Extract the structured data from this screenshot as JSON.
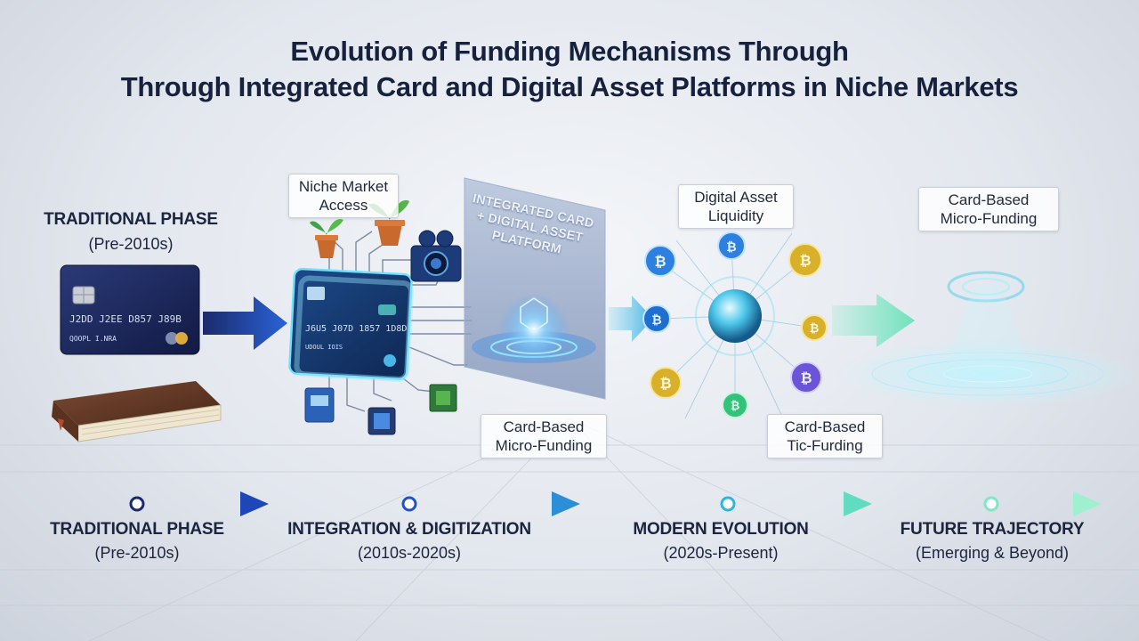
{
  "title": {
    "line1": "Evolution of Funding Mechanisms Through",
    "line2": "Through Integrated Card and Digital Asset Platforms in Niche Markets"
  },
  "traditional": {
    "heading": "TRADITIONAL PHASE",
    "period": "(Pre-2010s)",
    "card_number": "J2DD J2EE D857 J89B",
    "card_name": "QOOPL I.NRA"
  },
  "callouts": {
    "niche_market": [
      "Niche Market",
      "Access"
    ],
    "platform": [
      "INTEGRATED CARD",
      "+ DIGITAL ASSET",
      "PLATFORM"
    ],
    "digital_asset": [
      "Digital Asset",
      "Liquidity"
    ],
    "micro_funding_mid": [
      "Card-Based",
      "Micro-Funding"
    ],
    "tic_furding": [
      "Card-Based",
      "Tic-Furding"
    ],
    "micro_funding_future": [
      "Card-Based",
      "Micro-Funding"
    ]
  },
  "digital_card": {
    "card_number": "J6U5 J07D 1857 1D8D",
    "card_name": "UDOUL IOIS"
  },
  "timeline": [
    {
      "heading": "TRADITIONAL PHASE",
      "period": "(Pre-2010s)"
    },
    {
      "heading": "INTEGRATION & DIGITIZATION",
      "period": "(2010s-2020s)"
    },
    {
      "heading": "MODERN EVOLUTION",
      "period": "(2020s-Present)"
    },
    {
      "heading": "FUTURE TRAJECTORY",
      "period": "(Emerging & Beyond)"
    }
  ],
  "colors": {
    "navy": "#1b2a6b",
    "blue": "#1f56c8",
    "cyan": "#2fb6e0",
    "mint": "#7fe8c2",
    "coin_blue": "#2d7fe0",
    "coin_green": "#33c27a",
    "coin_gold": "#d8b02a",
    "coin_purple": "#6a55d8"
  },
  "icons": [
    "credit-card-icon",
    "book-icon",
    "plant-icon",
    "camera-icon",
    "chip-icon",
    "bitcoin-coin-icon",
    "globe-icon",
    "hologram-icon"
  ]
}
